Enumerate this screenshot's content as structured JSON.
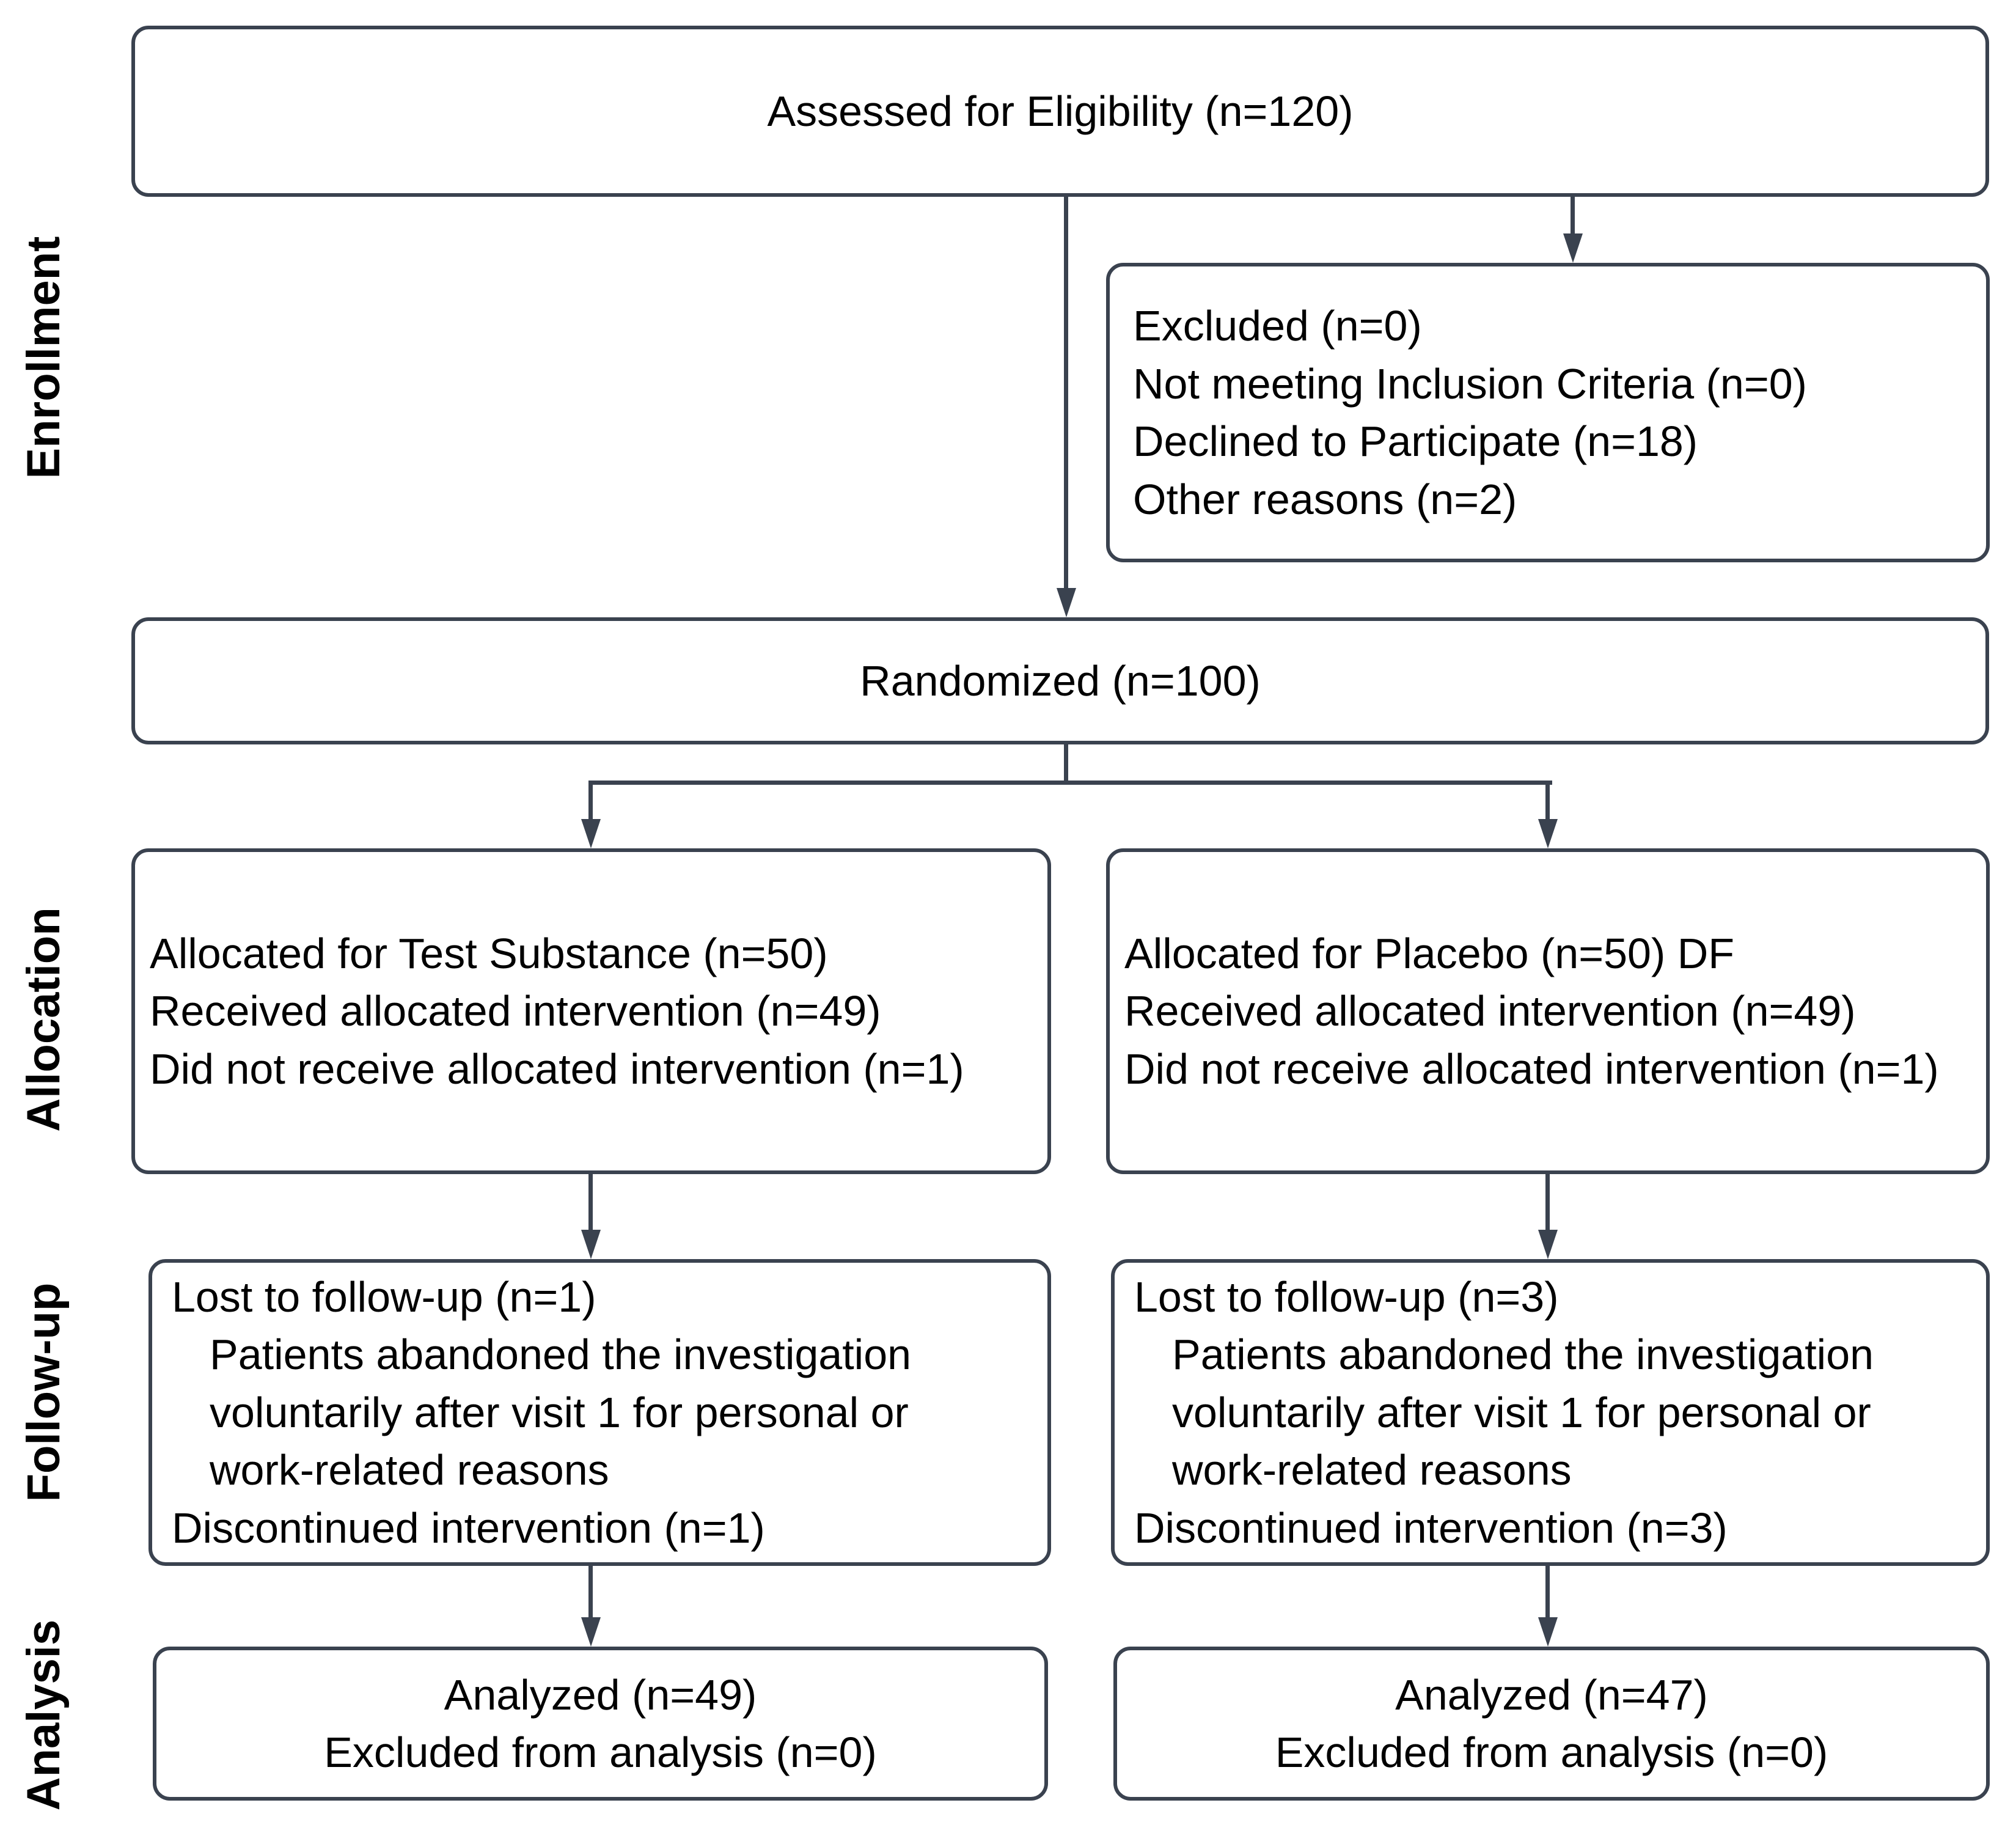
{
  "diagram": {
    "stages": [
      {
        "label": "Enrollment"
      },
      {
        "label": "Allocation"
      },
      {
        "label": "Follow-up"
      },
      {
        "label": "Analysis"
      }
    ],
    "boxes": {
      "assessed": {
        "text": "Assessed for Eligibility (n=120)"
      },
      "excluded": {
        "lines": [
          "Excluded (n=0)",
          "Not meeting Inclusion Criteria (n=0)",
          "Declined to Participate (n=18)",
          "Other reasons (n=2)"
        ]
      },
      "randomized": {
        "text": "Randomized (n=100)"
      },
      "allocation_left": {
        "lines": [
          "Allocated for Test Substance (n=50)",
          "Received allocated intervention (n=49)",
          "Did not receive allocated intervention (n=1)"
        ]
      },
      "allocation_right": {
        "lines": [
          "Allocated for Placebo (n=50) DF",
          "Received allocated intervention (n=49)",
          "Did not receive allocated intervention (n=1)"
        ]
      },
      "followup_left": {
        "lines": [
          "Lost to follow-up (n=1)",
          "Patients abandoned the investigation",
          "voluntarily after visit 1 for personal or",
          "work-related reasons",
          "Discontinued intervention (n=1)"
        ]
      },
      "followup_right": {
        "lines": [
          "Lost to follow-up (n=3)",
          "Patients abandoned the investigation",
          "voluntarily after visit 1 for personal or",
          "work-related reasons",
          "Discontinued intervention (n=3)"
        ]
      },
      "analysis_left": {
        "lines": [
          "Analyzed (n=49)",
          "Excluded from analysis (n=0)"
        ]
      },
      "analysis_right": {
        "lines": [
          "Analyzed (n=47)",
          "Excluded from analysis (n=0)"
        ]
      }
    },
    "colors": {
      "line": "#3a424f",
      "text": "#000000",
      "background": "#ffffff"
    }
  }
}
